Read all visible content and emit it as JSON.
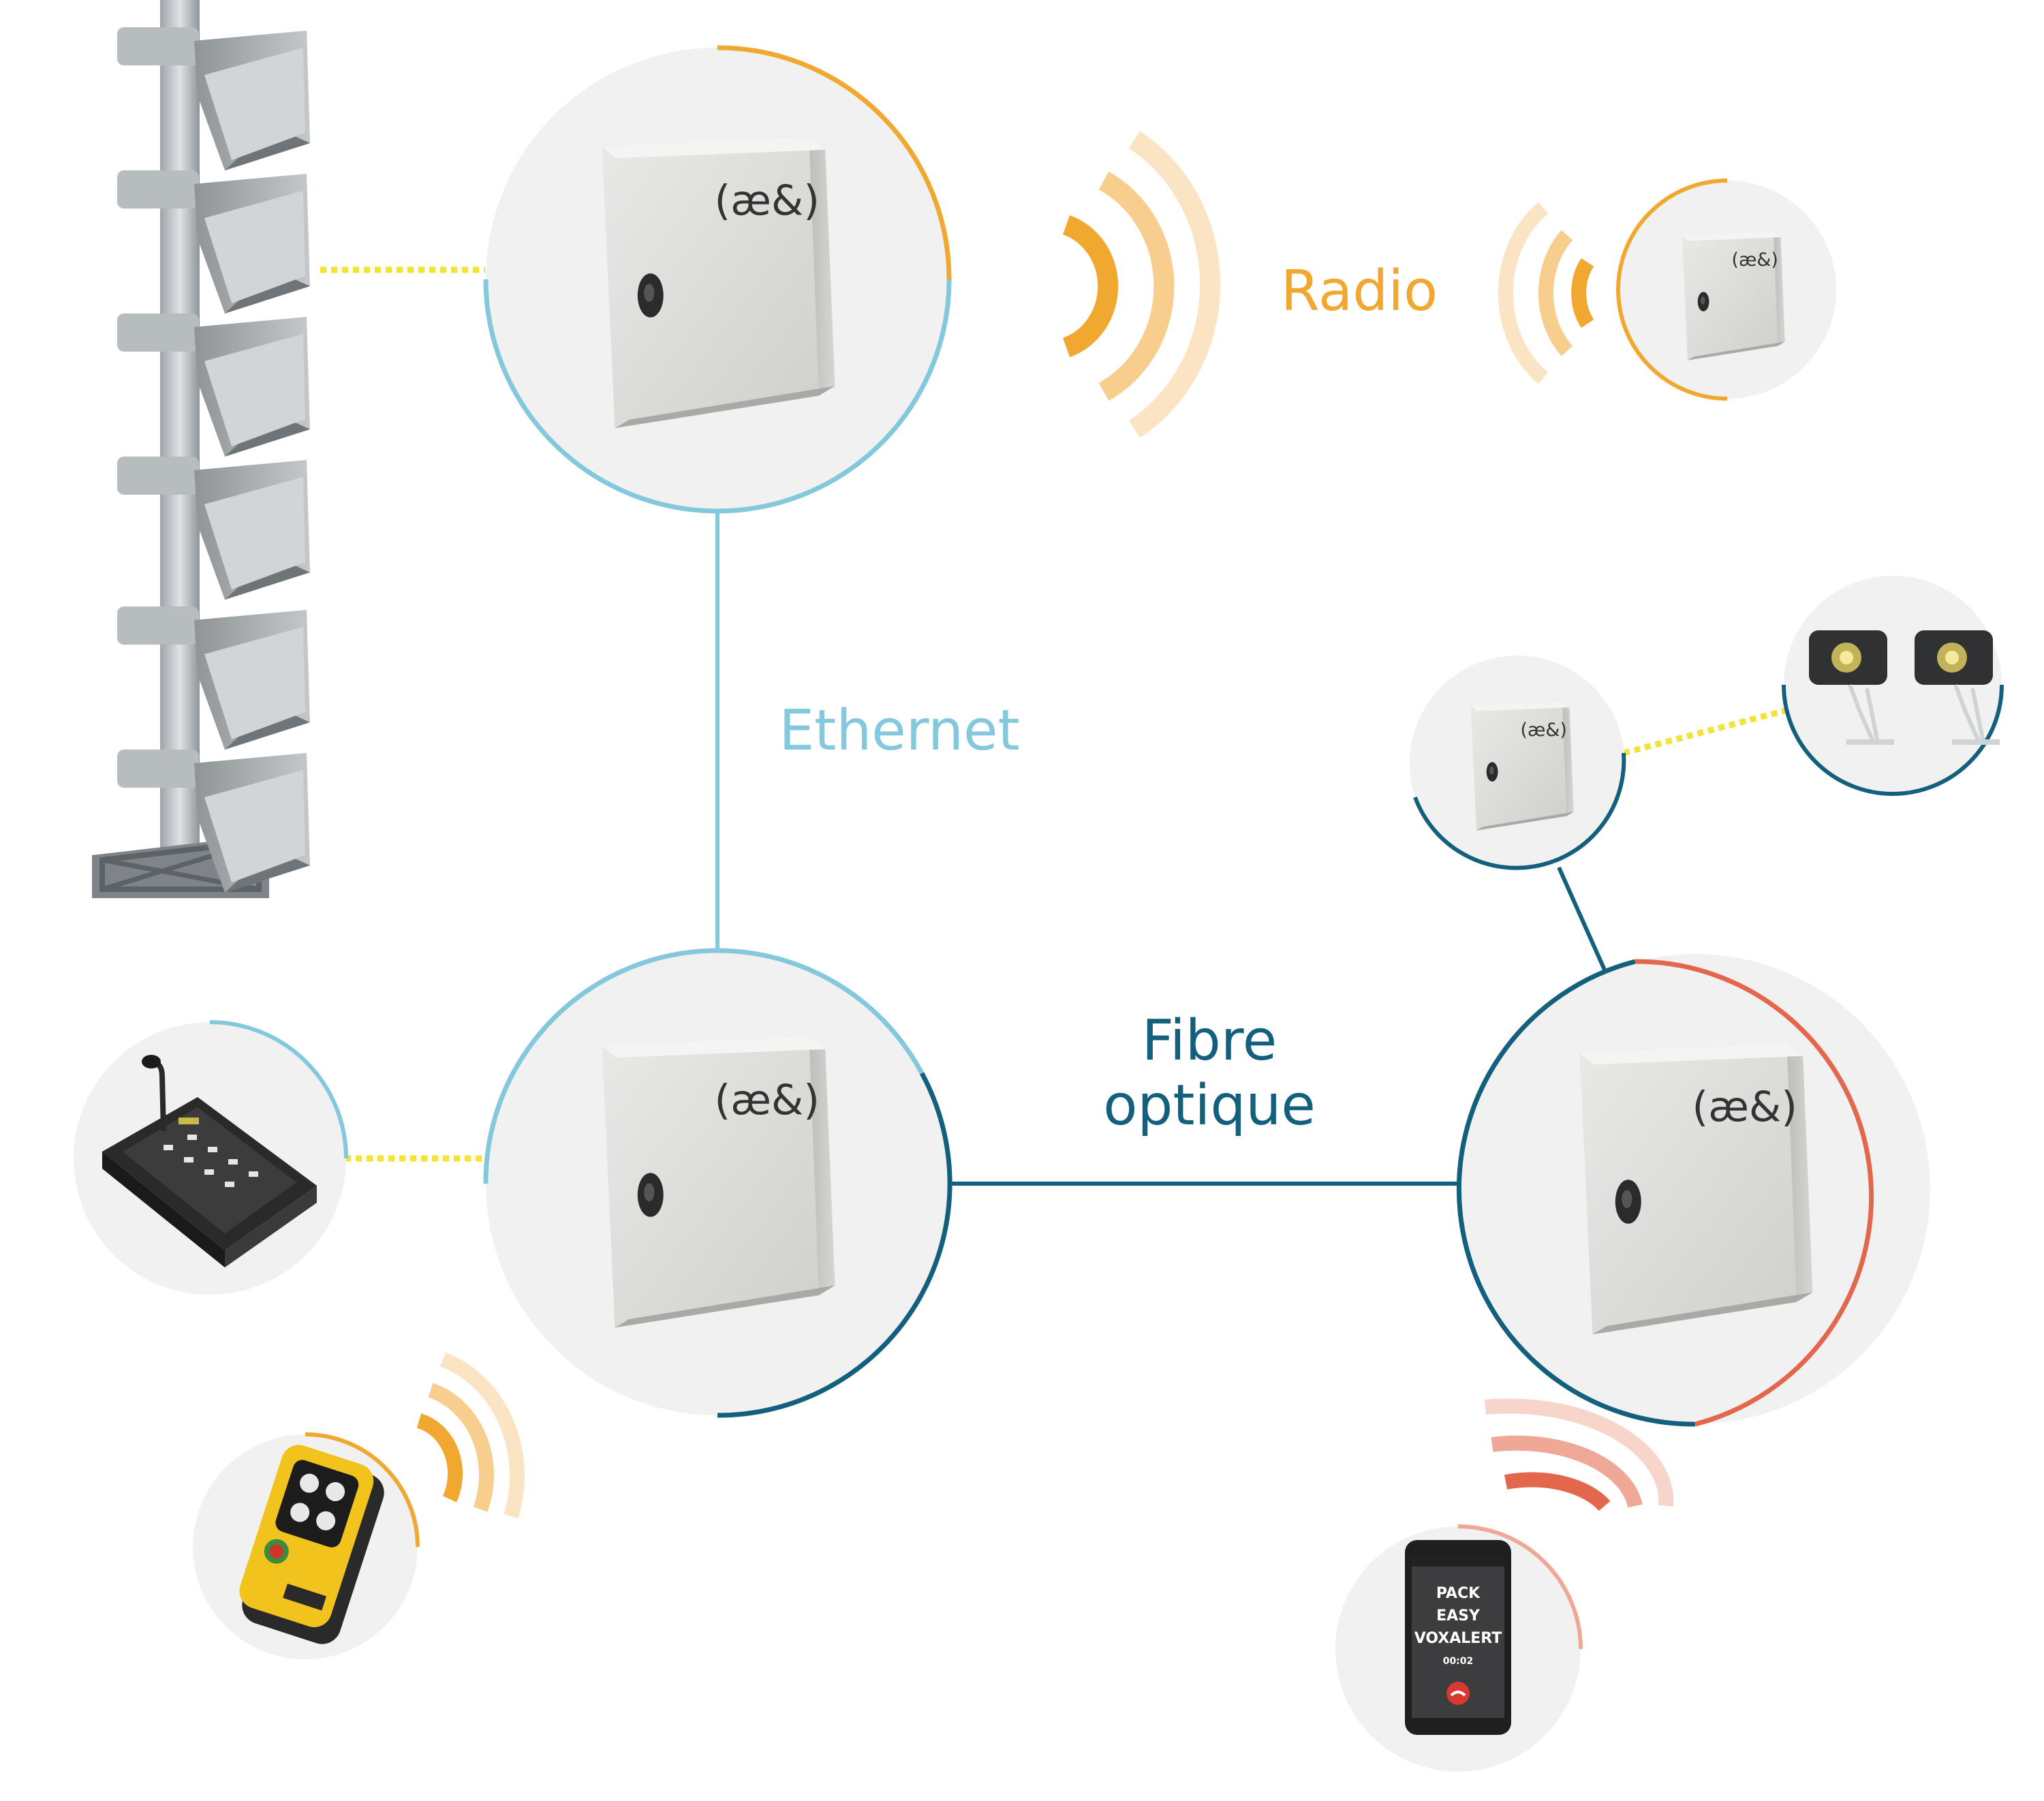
{
  "colors": {
    "orange": "#F0A830",
    "light_orange": "#F7CE8E",
    "pale_orange": "#FBE4C4",
    "light_blue": "#84C8DE",
    "dark_teal": "#13607E",
    "coral": "#E2674C",
    "light_coral": "#F0A896",
    "pale_coral": "#F8D5CB",
    "yellow_dots": "#F2E23A",
    "circle_fill": "#F1F1F1"
  },
  "labels": {
    "radio": "Radio",
    "ethernet": "Ethernet",
    "fibre_line1": "Fibre",
    "fibre_line2": "optique"
  },
  "device_logo": "(æ&)",
  "phone": {
    "line1": "PACK",
    "line2": "EASY",
    "line3": "VOXALERT",
    "timer": "00:02"
  },
  "icons": {
    "siren_tower": "siren-tower-icon",
    "cabinet": "cabinet-icon",
    "console": "microphone-console-icon",
    "remote": "remote-control-icon",
    "phone": "smartphone-icon",
    "speakers": "loudspeaker-icon",
    "waves": "radio-waves-icon"
  }
}
